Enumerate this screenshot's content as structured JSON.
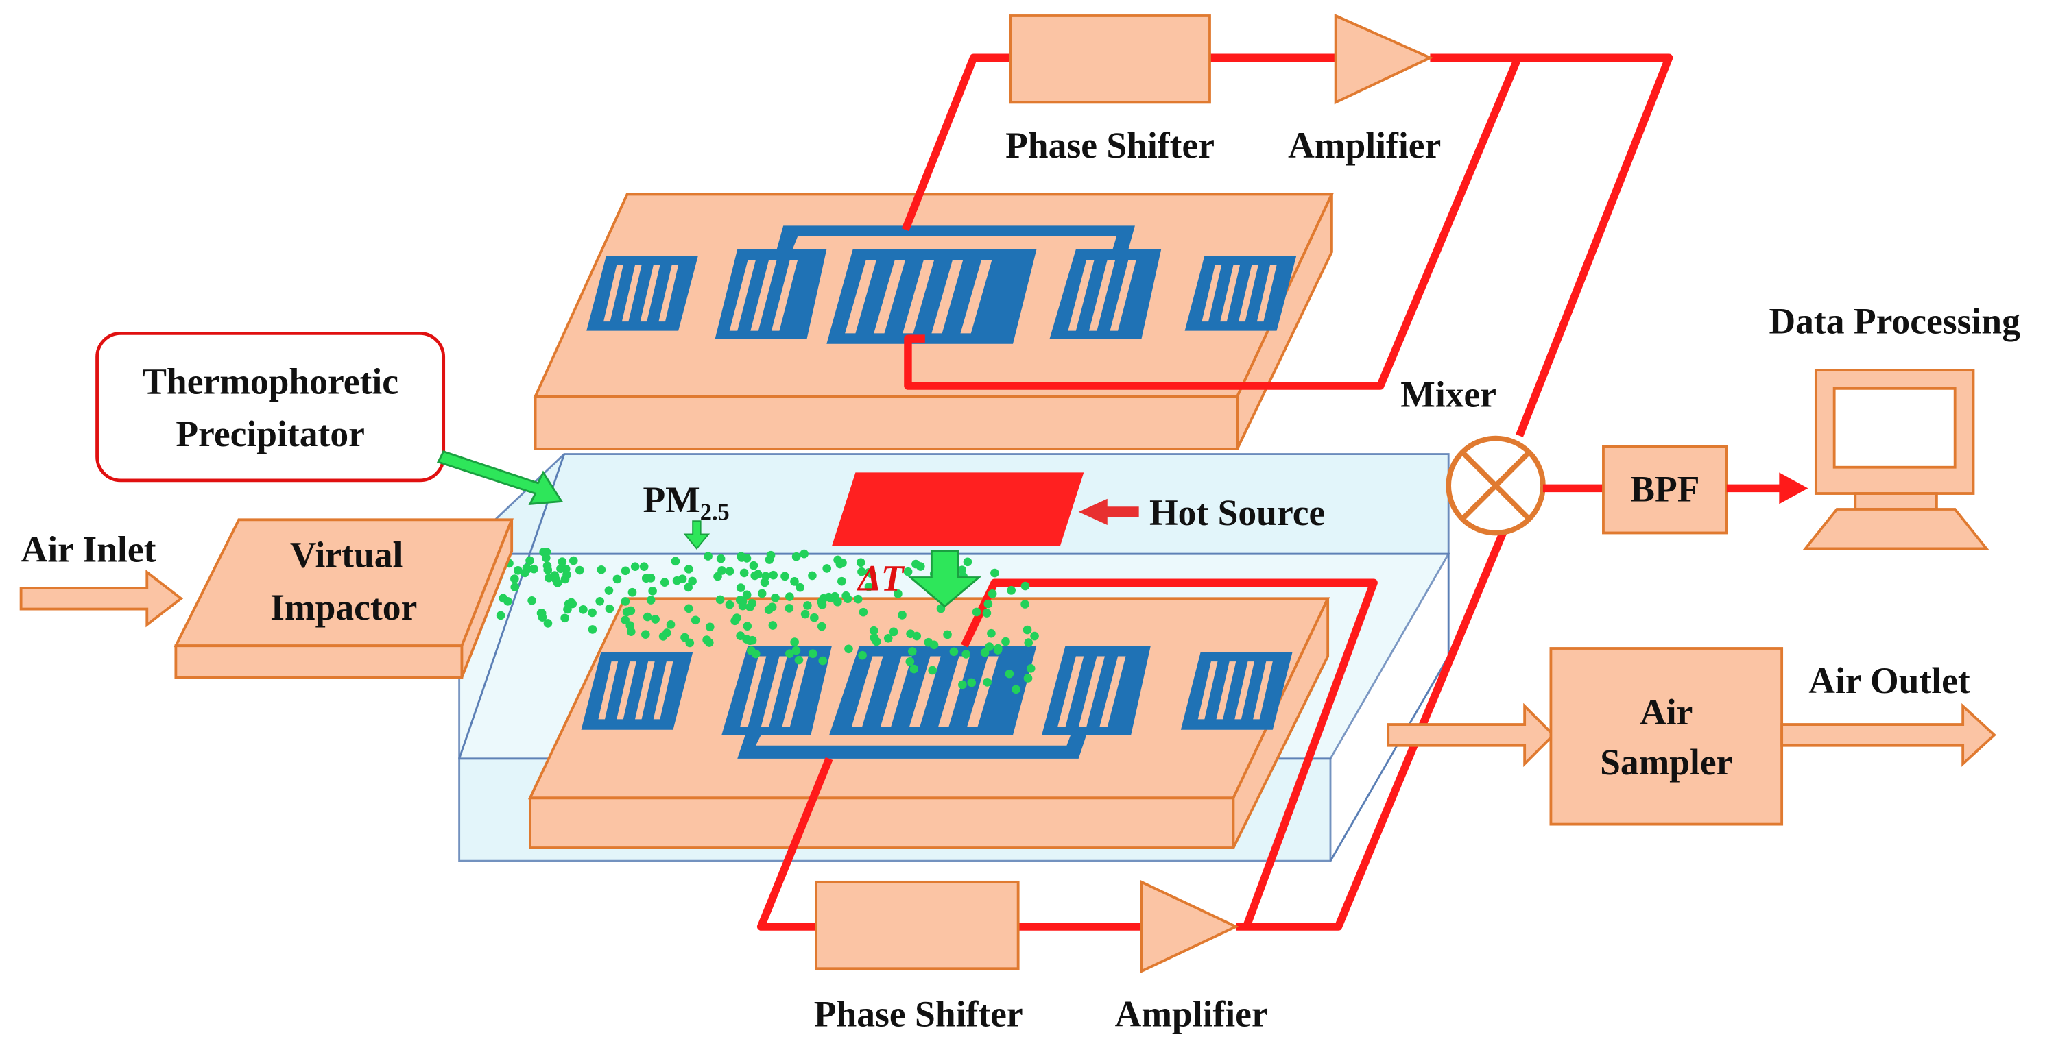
{
  "labels": {
    "phase_shifter_top": "Phase Shifter",
    "amplifier_top": "Amplifier",
    "phase_shifter_bottom": "Phase Shifter",
    "amplifier_bottom": "Amplifier",
    "data_processing": "Data Processing",
    "thermophoretic_line1": "Thermophoretic",
    "thermophoretic_line2": "Precipitator",
    "mixer": "Mixer",
    "bpf": "BPF",
    "hot_source": "Hot Source",
    "pm_main": "PM",
    "pm_sub": "2.5",
    "delta_t": "ΔT",
    "air_inlet": "Air Inlet",
    "virtual_impactor_line1": "Virtual",
    "virtual_impactor_line2": "Impactor",
    "air_sampler_line1": "Air",
    "air_sampler_line2": "Sampler",
    "air_outlet": "Air Outlet"
  },
  "colors": {
    "box_fill": "#fbc4a4",
    "box_stroke": "#e07a30",
    "wire": "#ff1a1a",
    "electrode": "#1f72b5",
    "chamber_fill": "#dff4fa",
    "chamber_stroke": "#5b7fb5",
    "particle": "#22d15a",
    "green_arrow": "#2ee65a",
    "hot_source": "#ff2020",
    "callout_stroke": "#e01010"
  }
}
